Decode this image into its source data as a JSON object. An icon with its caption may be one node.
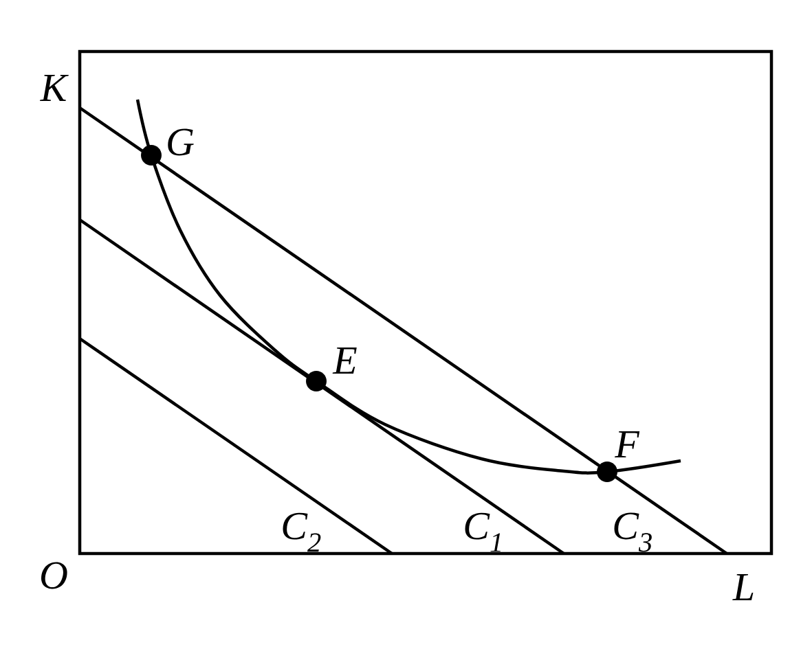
{
  "diagram": {
    "nodes": [
      {
        "text": [],
        "shape": "circle",
        "beside": [
          "G"
        ]
      },
      {
        "text": [],
        "shape": "circle",
        "beside": [
          "E"
        ]
      },
      {
        "text": [],
        "shape": "circle",
        "beside": [
          "F"
        ]
      }
    ],
    "labels": [
      "K",
      "O",
      "L",
      "C$_{2}$",
      "C$_{1}$",
      "C$_{3}$"
    ]
  }
}
